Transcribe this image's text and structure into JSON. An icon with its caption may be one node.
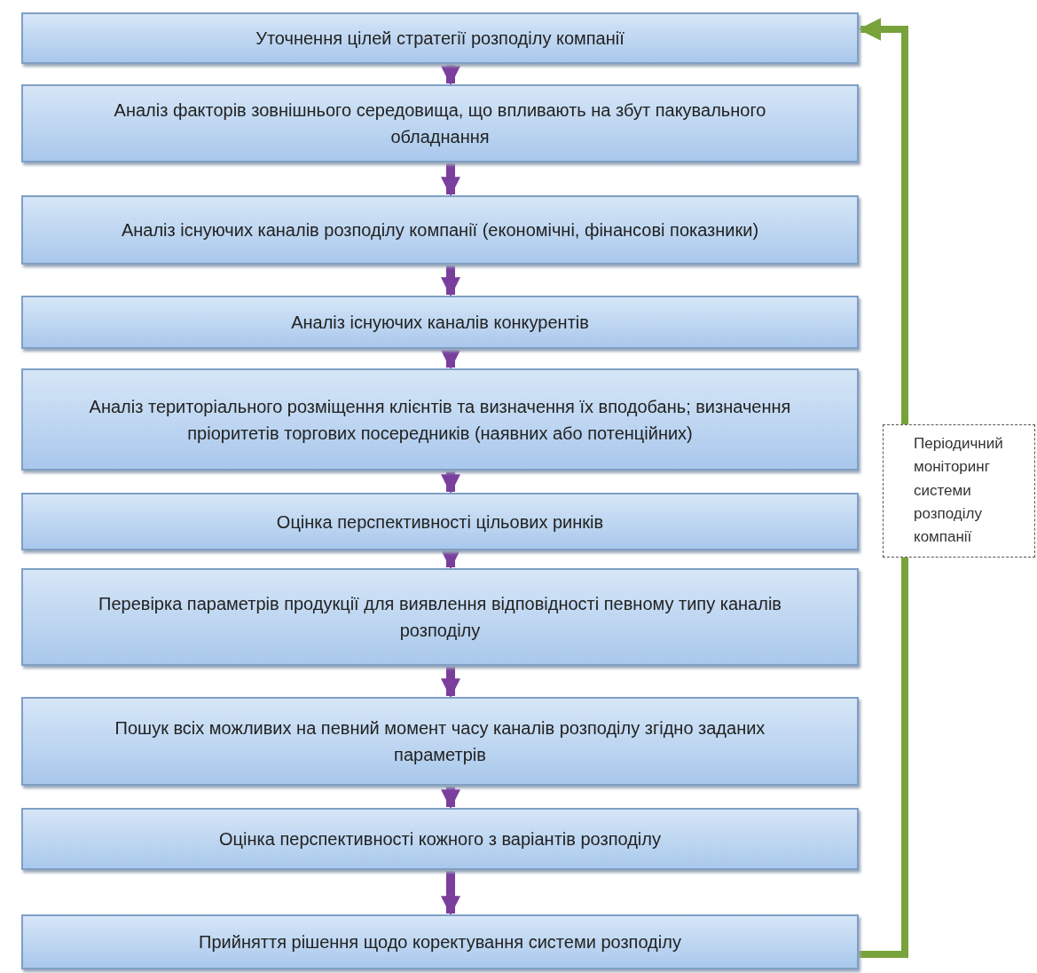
{
  "diagram": {
    "nodes": [
      {
        "text": [
          "Уточнення цілей стратегії розподілу компанії"
        ]
      },
      {
        "text": [
          "Аналіз факторів зовнішнього середовища, що впливають на збут пакувального обладнання"
        ]
      },
      {
        "text": [
          "Аналіз існуючих каналів розподілу компанії (економічні, фінансові показники)"
        ]
      },
      {
        "text": [
          "Аналіз існуючих каналів конкурентів"
        ]
      },
      {
        "text": [
          "Аналіз територіального розміщення клієнтів та визначення їх вподобань; визначення пріоритетів торгових посередників (наявних або потенційних)"
        ]
      },
      {
        "text": [
          "Оцінка перспективності цільових ринків"
        ]
      },
      {
        "text": [
          "Перевірка параметрів продукції для виявлення відповідності певному типу каналів розподілу"
        ]
      },
      {
        "text": [
          "Пошук всіх можливих на певний момент часу каналів розподілу згідно заданих параметрів"
        ]
      },
      {
        "text": [
          "Оцінка перспективності кожного з варіантів розподілу"
        ]
      },
      {
        "text": [
          "Прийняття рішення щодо коректування системи розподілу"
        ]
      }
    ],
    "edges": [
      {
        "from": 0,
        "to": 1,
        "arrow": "to"
      },
      {
        "from": 1,
        "to": 2,
        "arrow": "to"
      },
      {
        "from": 2,
        "to": 3,
        "arrow": "to"
      },
      {
        "from": 3,
        "to": 4,
        "arrow": "to"
      },
      {
        "from": 4,
        "to": 5,
        "arrow": "to"
      },
      {
        "from": 5,
        "to": 6,
        "arrow": "to"
      },
      {
        "from": 6,
        "to": 7,
        "arrow": "to"
      },
      {
        "from": 7,
        "to": 8,
        "arrow": "to"
      },
      {
        "from": 8,
        "to": 9,
        "arrow": "to"
      },
      {
        "from": 9,
        "to": 0,
        "arrow": "to",
        "label": "Періодичний моніторинг системи розподілу компанії",
        "color": "#77a33a"
      }
    ]
  }
}
